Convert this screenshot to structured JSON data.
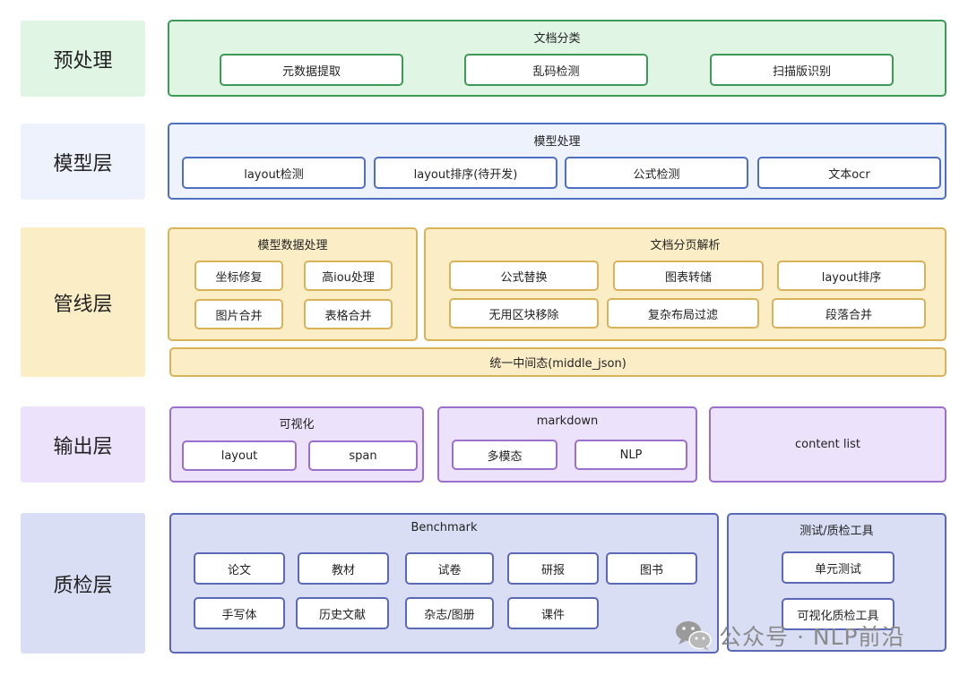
{
  "layers": {
    "preprocess": "预处理",
    "model": "模型层",
    "pipeline": "管线层",
    "output": "输出层",
    "qa": "质检层"
  },
  "preprocess": {
    "title": "文档分类",
    "items": [
      "元数据提取",
      "乱码检测",
      "扫描版识别"
    ]
  },
  "model": {
    "title": "模型处理",
    "items": [
      "layout检测",
      "layout排序(待开发)",
      "公式检测",
      "文本ocr"
    ]
  },
  "pipeline": {
    "model_data": {
      "title": "模型数据处理",
      "items": [
        "坐标修复",
        "高iou处理",
        "图片合并",
        "表格合并"
      ]
    },
    "paging": {
      "title": "文档分页解析",
      "items": [
        "公式替换",
        "图表转储",
        "layout排序",
        "无用区块移除",
        "复杂布局过滤",
        "段落合并"
      ]
    },
    "middle": "统一中间态(middle_json)"
  },
  "output": {
    "visual": {
      "title": "可视化",
      "items": [
        "layout",
        "span"
      ]
    },
    "markdown": {
      "title": "markdown",
      "items": [
        "多模态",
        "NLP"
      ]
    },
    "content_list": "content list"
  },
  "qa": {
    "benchmark": {
      "title": "Benchmark",
      "items": [
        "论文",
        "教材",
        "试卷",
        "研报",
        "图书",
        "手写体",
        "历史文献",
        "杂志/图册",
        "课件"
      ]
    },
    "tools": {
      "title": "测试/质检工具",
      "items": [
        "单元测试",
        "可视化质检工具"
      ]
    }
  },
  "watermark": "公众号 · NLP前沿",
  "colors": {
    "green": "#3d9a56",
    "blue": "#4d6fc4",
    "yellow": "#d9b25a",
    "purple": "#9b6fcc",
    "slate": "#5b68b8"
  }
}
